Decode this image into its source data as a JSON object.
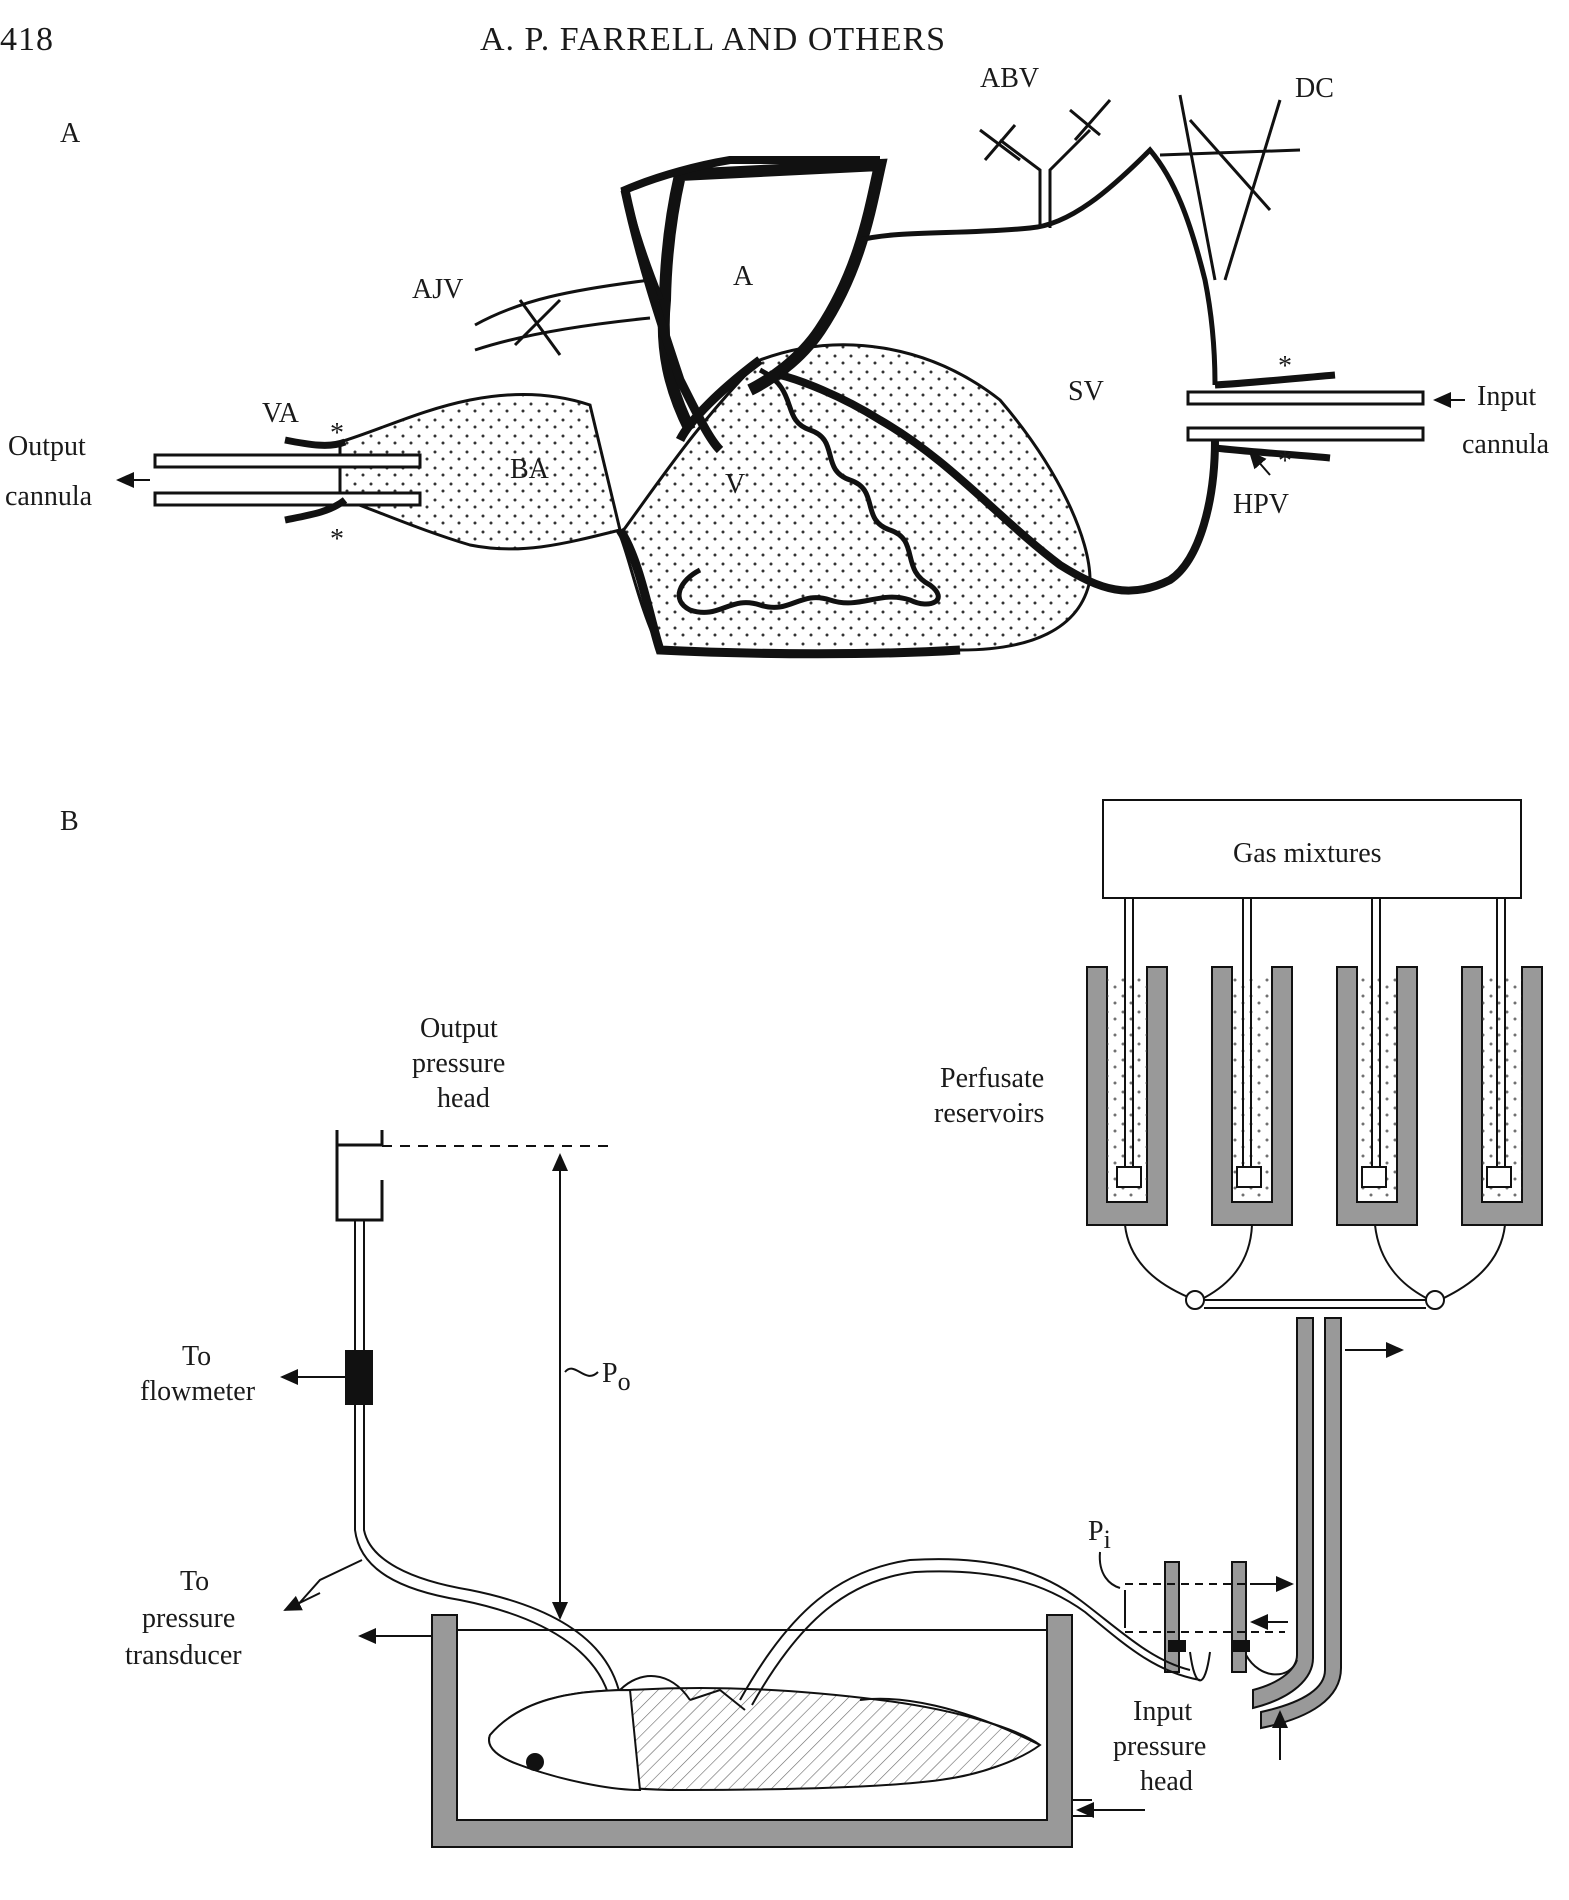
{
  "header": {
    "page_number": "418",
    "running_title": "A. P. FARRELL AND OTHERS"
  },
  "panel_a": {
    "panel_label": "A",
    "labels": {
      "abv": "ABV",
      "dc": "DC",
      "a": "A",
      "ajv": "AJV",
      "sv": "SV",
      "va": "VA",
      "ba": "BA",
      "v": "V",
      "hpv": "HPV",
      "output_cannula_1": "Output",
      "output_cannula_2": "cannula",
      "input_cannula_1": "Input",
      "input_cannula_2": "cannula"
    }
  },
  "panel_b": {
    "panel_label": "B",
    "labels": {
      "gas_mixtures": "Gas mixtures",
      "perfusate_1": "Perfusate",
      "perfusate_2": "reservoirs",
      "output_head_1": "Output",
      "output_head_2": "pressure",
      "output_head_3": "head",
      "flowmeter_1": "To",
      "flowmeter_2": "flowmeter",
      "po_main": "P",
      "po_sub": "o",
      "pi_main": "P",
      "pi_sub": "i",
      "transducer_1": "To",
      "transducer_2": "pressure",
      "transducer_3": "transducer",
      "input_head_1": "Input",
      "input_head_2": "pressure",
      "input_head_3": "head"
    }
  }
}
